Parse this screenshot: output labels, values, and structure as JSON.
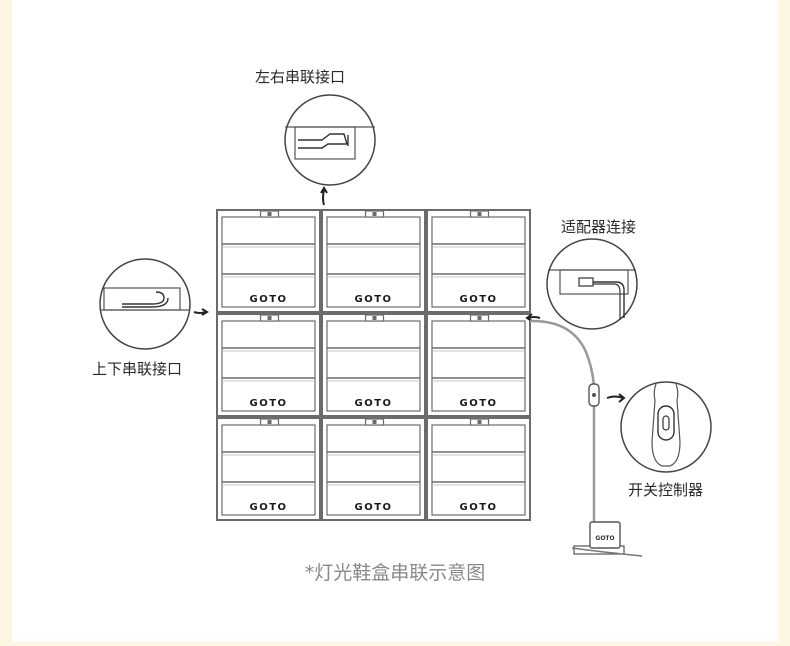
{
  "callouts": {
    "lr_port": "左右串联接口",
    "tb_port": "上下串联接口",
    "adapter": "适配器连接",
    "switch": "开关控制器"
  },
  "brand": "GOTO",
  "caption": "*灯光鞋盒串联示意图",
  "grid": {
    "rows": 3,
    "cols": 3
  },
  "colors": {
    "outline": "#6b6b6b",
    "background": "#ffffff",
    "page_edge": "#fdf6e3",
    "caption": "#888888"
  }
}
